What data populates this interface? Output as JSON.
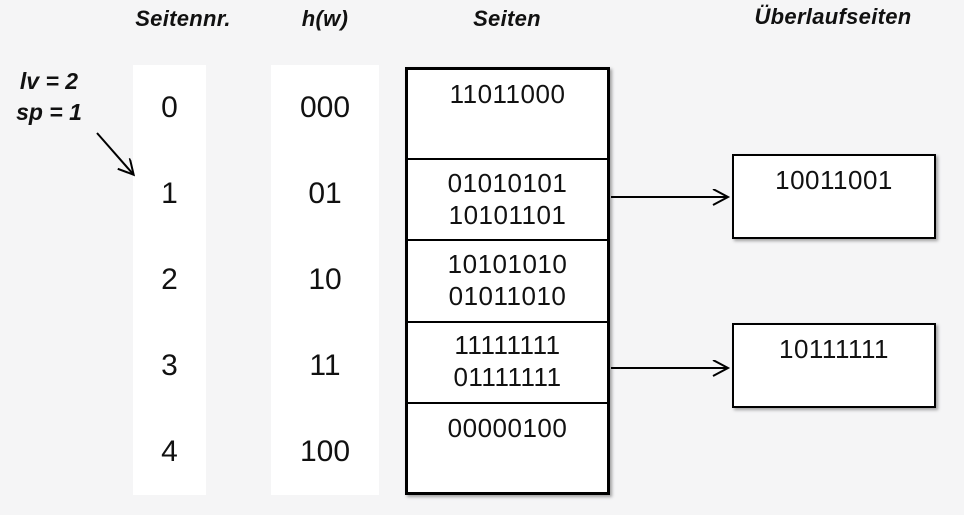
{
  "colors": {
    "background": "#f5f5f6",
    "box_background": "#ffffff",
    "border": "#000000",
    "text": "#111111"
  },
  "annotation": {
    "level": "lv = 2",
    "split_pointer": "sp = 1"
  },
  "headers": {
    "page_number": "Seitennr.",
    "hash": "h(w)",
    "pages": "Seiten",
    "overflow_pages": "Überlaufseiten"
  },
  "table": {
    "rows": [
      {
        "page_no": "0",
        "hash": "000",
        "entries": [
          "11011000"
        ]
      },
      {
        "page_no": "1",
        "hash": "01",
        "entries": [
          "01010101",
          "10101101"
        ],
        "overflow": "10011001"
      },
      {
        "page_no": "2",
        "hash": "10",
        "entries": [
          "10101010",
          "01011010"
        ]
      },
      {
        "page_no": "3",
        "hash": "11",
        "entries": [
          "11111111",
          "01111111"
        ],
        "overflow": "10111111"
      },
      {
        "page_no": "4",
        "hash": "100",
        "entries": [
          "00000100"
        ]
      }
    ]
  }
}
